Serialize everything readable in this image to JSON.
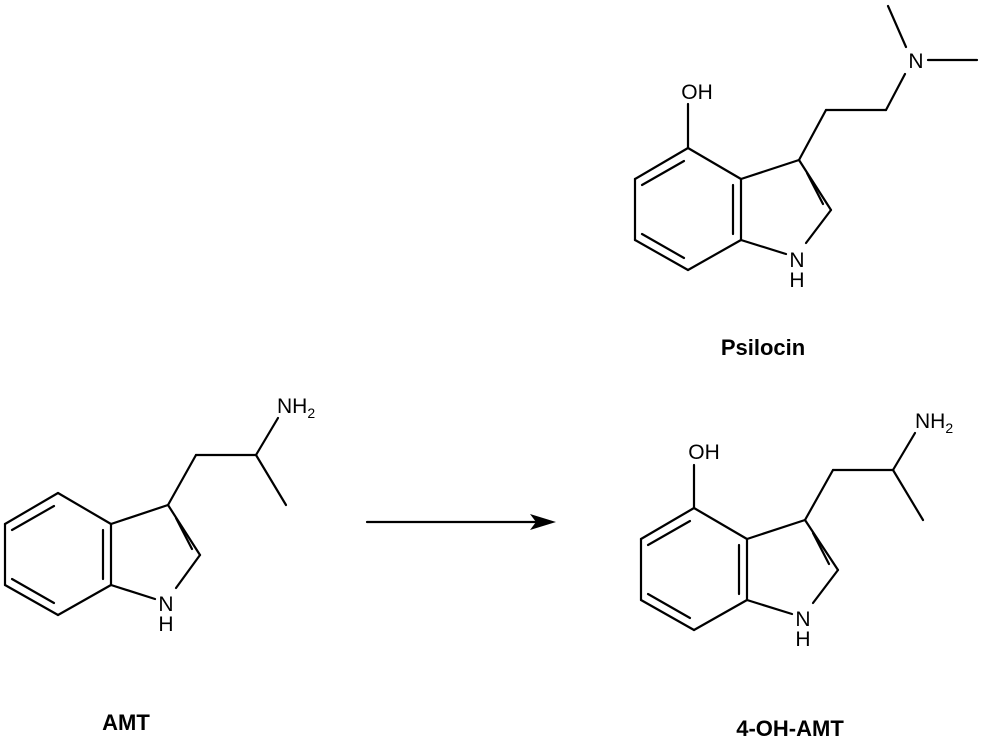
{
  "molecules": {
    "psilocin": {
      "name": "Psilocin",
      "hydroxyl": "OH",
      "amine_n": "N",
      "ring_nh_n": "N",
      "ring_nh_h": "H"
    },
    "amt": {
      "name": "AMT",
      "amine": "NH",
      "amine_sub": "2",
      "ring_nh_n": "N",
      "ring_nh_h": "H"
    },
    "oh_amt": {
      "name": "4-OH-AMT",
      "hydroxyl": "OH",
      "amine": "NH",
      "amine_sub": "2",
      "ring_nh_n": "N",
      "ring_nh_h": "H"
    }
  },
  "reaction_arrow": {
    "from": "AMT",
    "to": "4-OH-AMT"
  }
}
